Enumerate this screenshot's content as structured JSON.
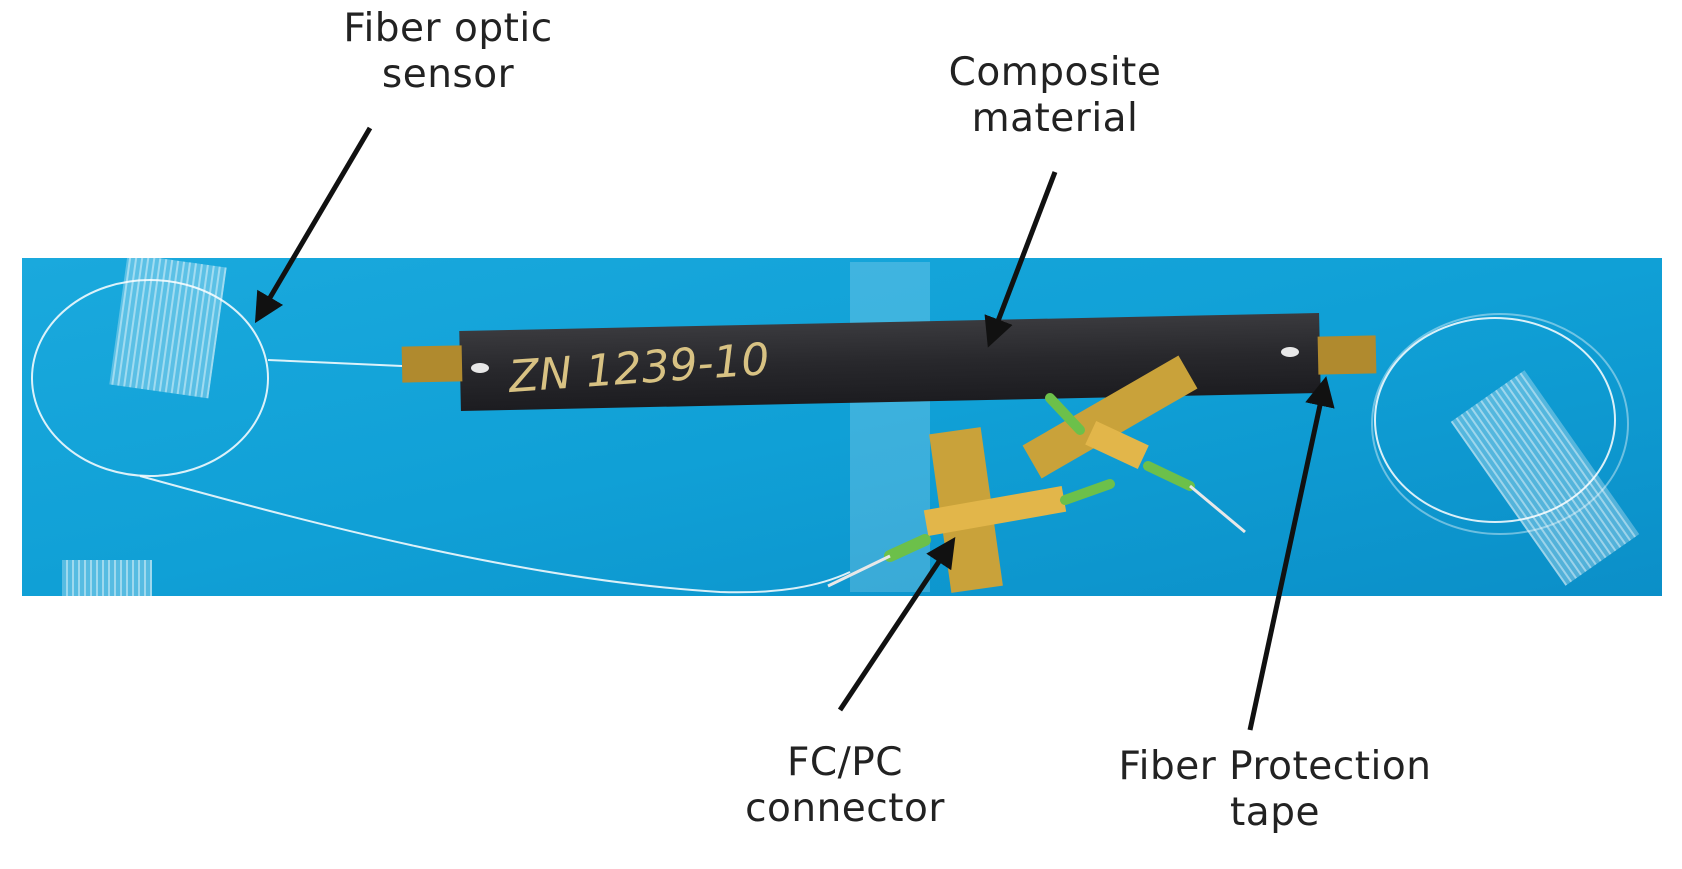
{
  "labels": {
    "fiber_optic_sensor": {
      "line1": "Fiber optic",
      "line2": "sensor"
    },
    "composite_material": {
      "line1": "Composite",
      "line2": "material"
    },
    "fc_pc_connector": {
      "line1": "FC/PC",
      "line2": "connector"
    },
    "fiber_protection_tape": {
      "line1": "Fiber Protection",
      "line2": "tape"
    }
  },
  "specimen": {
    "marking": "ZN 1239-10"
  },
  "colors": {
    "background_blue": "#11a3d8",
    "composite_bar": "#2b2b2f",
    "kapton_tape": "#c9a23a",
    "connector_boot": "#6cc04a",
    "arrow": "#111111",
    "label_text": "#222222"
  }
}
